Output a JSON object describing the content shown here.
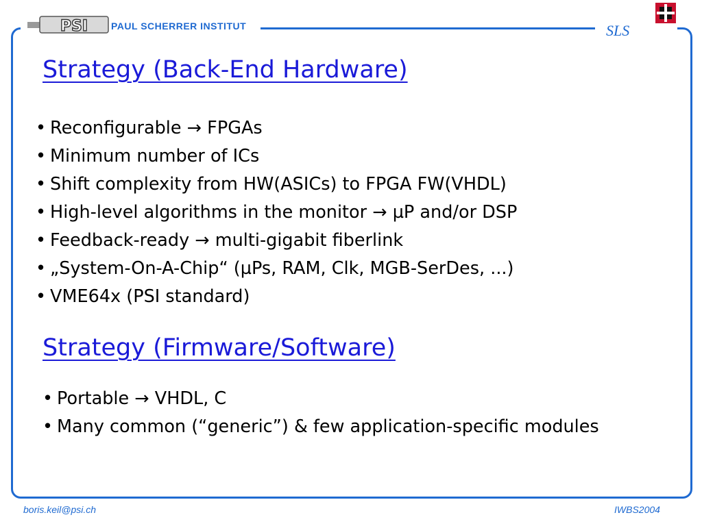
{
  "header": {
    "logo_text": "PSI",
    "institute": "PAUL SCHERRER INSTITUT",
    "project": "SLS"
  },
  "section1": {
    "title": "Strategy (Back-End Hardware)",
    "bullets": [
      "Reconfigurable → FPGAs",
      "Minimum number of ICs",
      "Shift complexity from HW(ASICs) to FPGA FW(VHDL)",
      "High-level algorithms in the monitor → µP and/or DSP",
      "Feedback-ready → multi-gigabit fiberlink",
      "„System-On-A-Chip“ (µPs, RAM, Clk, MGB-SerDes, ...)",
      "VME64x (PSI standard)"
    ]
  },
  "section2": {
    "title": "Strategy (Firmware/Software)",
    "bullets": [
      "Portable → VHDL, C",
      "Many common (“generic”) & few application-specific modules"
    ]
  },
  "footer": {
    "email": "boris.keil@psi.ch",
    "event": "IWBS2004"
  },
  "colors": {
    "accent": "#1f6ad1",
    "heading": "#1a1ad8"
  }
}
